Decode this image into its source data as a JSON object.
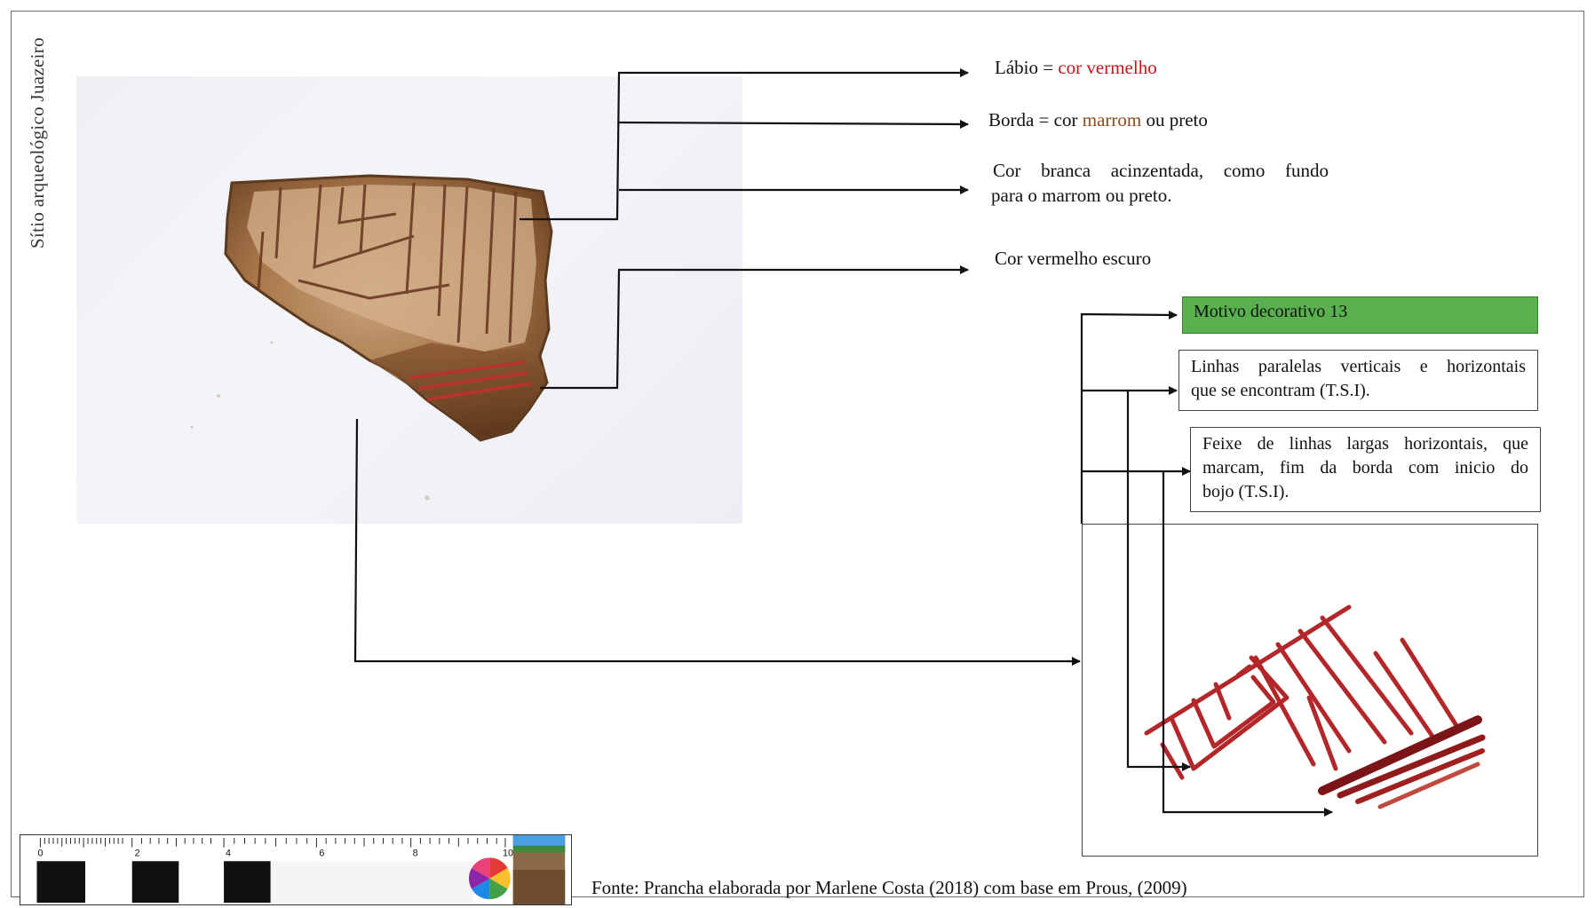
{
  "side_title": "Sítio arqueológico Juazeiro",
  "labels": {
    "labio_prefix": "Lábio  = ",
    "labio_color": "cor vermelho",
    "borda_prefix": "Borda = cor ",
    "borda_color": "marrom",
    "borda_suffix": " ou preto",
    "branca_line1": "Cor branca acinzentada, como fundo",
    "branca_line2": "para o marrom ou preto.",
    "vermelho_escuro": "Cor vermelho escuro"
  },
  "motif_title": "Motivo decorativo 13",
  "desc1_line1": "Linhas paralelas verticais e horizontais",
  "desc1_line2": "que se encontram (T.S.I).",
  "desc2_line1": "Feixe de linhas largas horizontais, que",
  "desc2_line2": "marcam, fim da borda com inicio do",
  "desc2_line3": "bojo (T.S.I).",
  "scale_numbers": [
    "0",
    "2",
    "4",
    "6",
    "8",
    "10"
  ],
  "source": "Fonte: Prancha elaborada por Marlene Costa (2018)  com base em Prous, (2009)",
  "colors": {
    "green_box": "#5ab04e",
    "red_text": "#c0161c",
    "brown_text": "#8b4a1a",
    "motif_red": "#b3262a",
    "motif_dark": "#7a1416"
  }
}
